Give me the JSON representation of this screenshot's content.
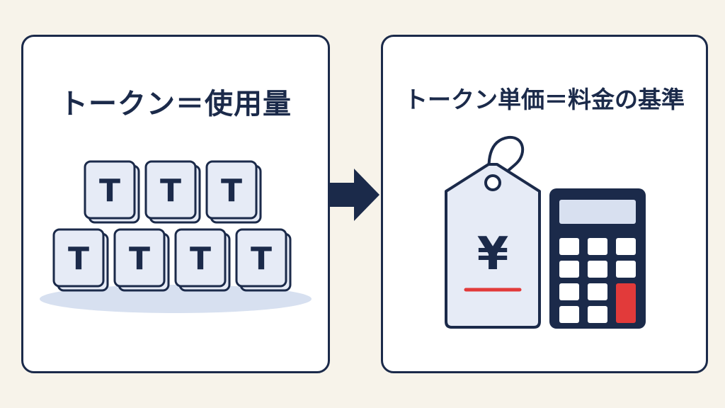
{
  "left_panel": {
    "title": "トークン＝使用量",
    "token_letter": "T",
    "token_count": 7
  },
  "right_panel": {
    "title": "トークン単価＝料金の基準",
    "price_tag_symbol": "¥"
  },
  "colors": {
    "navy": "#1b2a4a",
    "tile_fill": "#e6ebf6",
    "shadow": "#d7e0f0",
    "accent_red": "#e23a3a",
    "background": "#f7f3ea"
  },
  "icons": [
    "token-tile-icon",
    "arrow-right-icon",
    "price-tag-icon",
    "calculator-icon"
  ]
}
